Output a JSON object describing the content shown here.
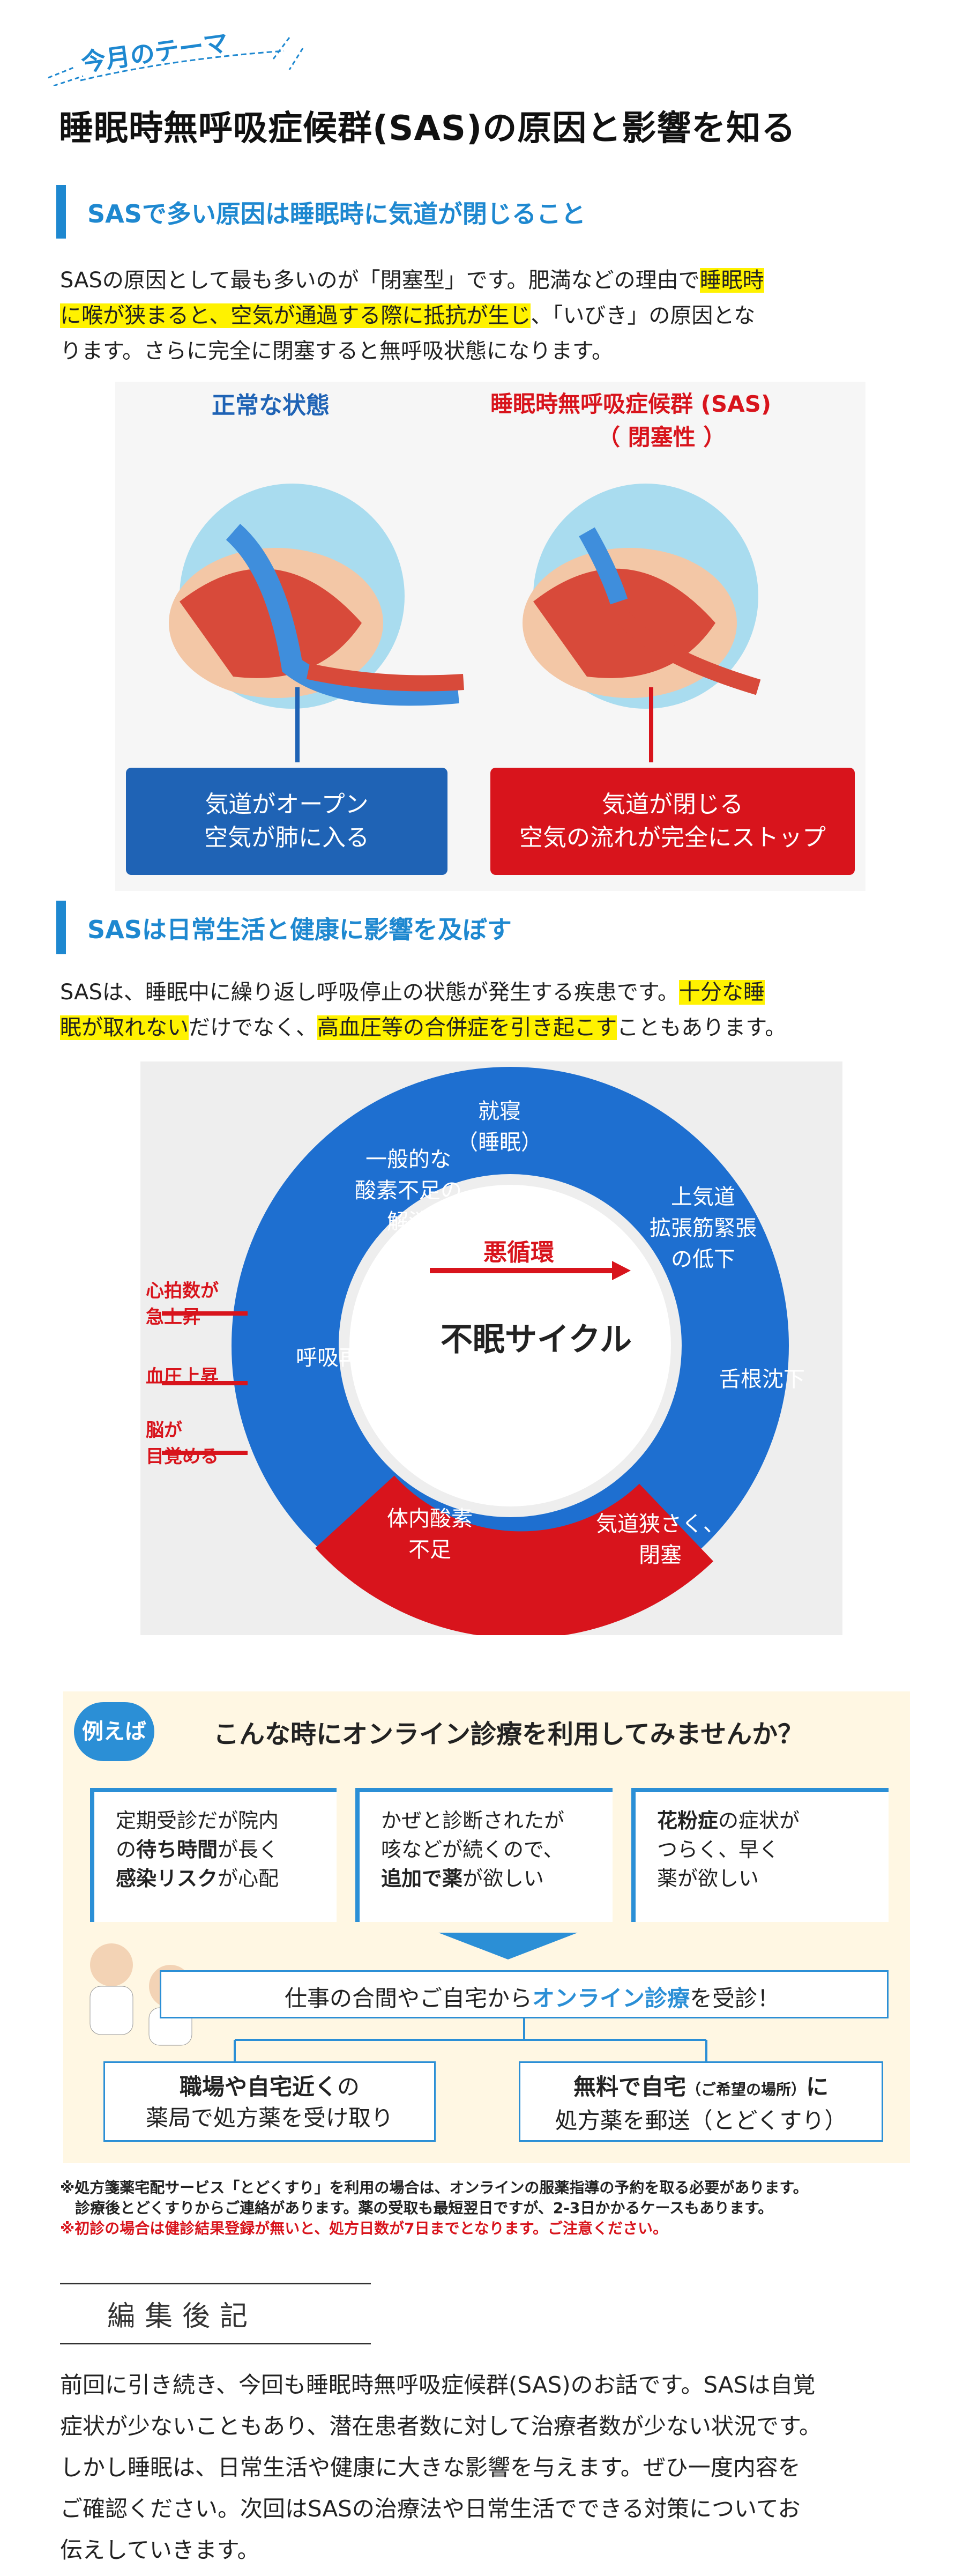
{
  "header": {
    "theme_label": "今月のテーマ",
    "title": "睡眠時無呼吸症候群(SAS)の原因と影響を知る"
  },
  "section1": {
    "heading": "SASで多い原因は睡眠時に気道が閉じること",
    "para_a": "SASの原因として最も多いのが「閉塞型」です。肥満などの理由で",
    "para_hl1": "睡眠時",
    "para_hl2": "に喉が狭まると、空気が通過する際に抵抗が生じ",
    "para_b": "、「いびき」の原因とな",
    "para_c": "ります。さらに完全に閉塞すると無呼吸状態になります。",
    "illus": {
      "left_title": "正常な状態",
      "right_title": "睡眠時無呼吸症候群 (SAS)",
      "right_sub": "（ 閉塞性 ）",
      "left_box_l1": "気道がオープン",
      "left_box_l2": "空気が肺に入る",
      "right_box_l1": "気道が閉じる",
      "right_box_l2": "空気の流れが完全にストップ",
      "colors": {
        "blue": "#1f63b5",
        "red": "#d8141c"
      }
    }
  },
  "section2": {
    "heading": "SASは日常生活と健康に影響を及ぼす",
    "para_a": "SASは、睡眠中に繰り返し呼吸停止の状態が発生する疾患です。",
    "para_hl1": "十分な睡",
    "para_hl2": "眠が取れない",
    "para_b": "だけでなく、",
    "para_hl3": "高血圧等の合併症を引き起こす",
    "para_c": "こともあります。",
    "cycle": {
      "center": "不眠サイクル",
      "arrow_label": "悪循環",
      "segments": [
        "就寝\n（睡眠）",
        "上気道\n拡張筋緊張\nの低下",
        "舌根沈下",
        "気道狭さく、\n閉塞",
        "体内酸素\n不足",
        "呼吸再開",
        "一般的な\n酸素不足の\n解消"
      ],
      "side_labels": [
        "心拍数が\n急上昇",
        "血圧上昇",
        "脳が\n目覚める"
      ]
    }
  },
  "online": {
    "badge": "例えば",
    "title": "こんな時にオンライン診療を利用してみませんか？",
    "case1": {
      "t1": "定期受診だが院内",
      "t2a": "の",
      "t2b": "待ち時間",
      "t2c": "が長く",
      "t3a": "感染リスク",
      "t3b": "が心配"
    },
    "case2": {
      "t1": "かぜと診断されたが",
      "t2": "咳などが続くので、",
      "t3a": "追加で薬",
      "t3b": "が欲しい"
    },
    "case3": {
      "t1a": "花粉症",
      "t1b": "の症状が",
      "t2": "つらく、早く",
      "t3": "薬が欲しい"
    },
    "flow_a": "仕事の合間やご自宅から",
    "flow_b": "オンライン診療",
    "flow_c": "を受診！",
    "opt1_l1a": "職場や自宅近く",
    "opt1_l1b": "の",
    "opt1_l2": "薬局で処方薬を受け取り",
    "opt2_l1a": "無料で自宅",
    "opt2_l1b": "（ご希望の場所）",
    "opt2_l1c": "に",
    "opt2_l2": "処方薬を郵送（とどくすり）"
  },
  "notes": {
    "n1": "※処方箋薬宅配サービス「とどくすり」を利用の場合は、オンラインの服薬指導の予約を取る必要があります。",
    "n2": "　診療後とどくすりからご連絡があります。薬の受取も最短翌日ですが、2-3日かかるケースもあります。",
    "n3": "※初診の場合は健診結果登録が無いと、処方日数が7日までとなります。ご注意ください。"
  },
  "afterword": {
    "title": "編集後記",
    "lines": [
      "前回に引き続き、今回も睡眠時無呼吸症候群(SAS)のお話です。SASは自覚",
      "症状が少ないこともあり、潜在患者数に対して治療者数が少ない状況です。",
      "しかし睡眠は、日常生活や健康に大きな影響を与えます。ぜひ一度内容を",
      "ご確認ください。次回はSASの治療法や日常生活でできる対策についてお",
      "伝えしていきます。"
    ]
  }
}
